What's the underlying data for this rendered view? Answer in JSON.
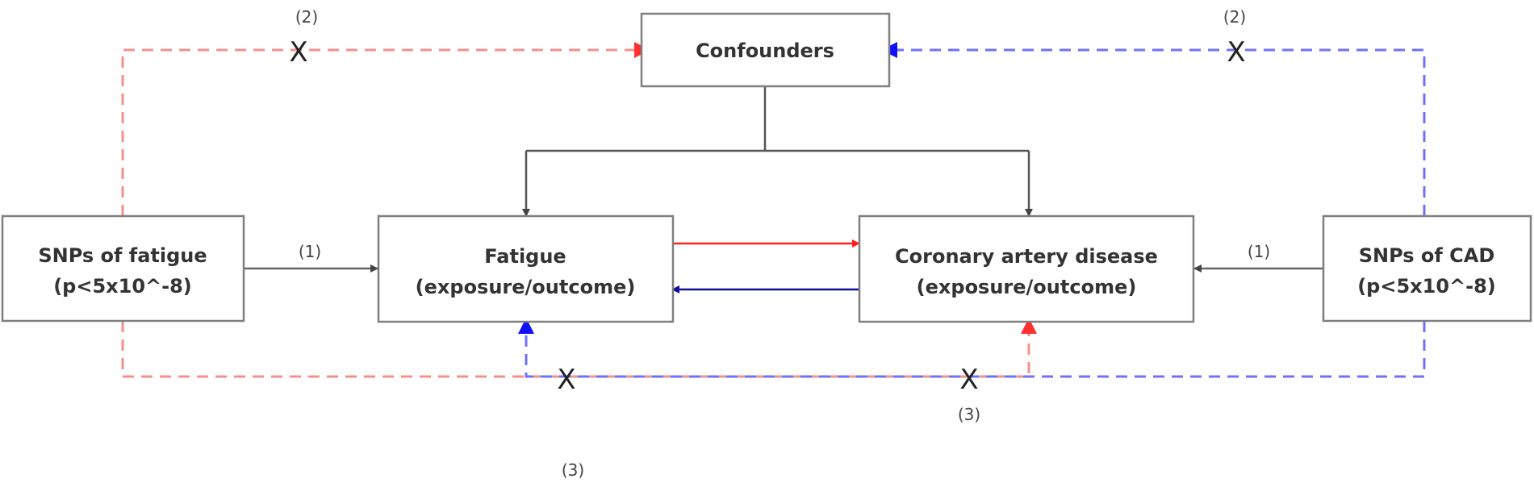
{
  "nodes": {
    "confounders": {
      "label": "Confounders"
    },
    "fatigue": {
      "line1": "Fatigue",
      "line2": "(exposure/outcome)"
    },
    "cad": {
      "line1": "Coronary artery disease",
      "line2": "(exposure/outcome)"
    },
    "snps_fatigue": {
      "line1": "SNPs of fatigue",
      "line2": "(p<5x10^-8)"
    },
    "snps_cad": {
      "line1": "SNPs of CAD",
      "line2": "(p<5x10^-8)"
    }
  },
  "labels": {
    "assumption_1_left": "(1)",
    "assumption_1_right": "(1)",
    "assumption_2_left": "(2)",
    "assumption_2_right": "(2)",
    "assumption_3_bottom": "(3)",
    "assumption_3_lower": "(3)",
    "cross_mark": "X"
  },
  "colors": {
    "box_stroke": "#7f7f7f",
    "solid_line": "#555555",
    "red": "#ff2020",
    "blue": "#1010ff",
    "dark_blue": "#10109a",
    "dashed_red": "#f4908c",
    "dashed_blue": "#7070ff",
    "text": "#333333"
  }
}
